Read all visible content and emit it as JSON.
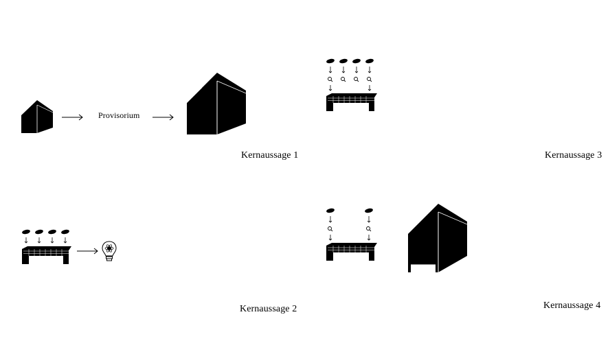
{
  "panels": {
    "p1": {
      "caption": "Kernaussage 1",
      "middle_label": "Provisorium",
      "icons": [
        "small-house-icon",
        "arrow-right-icon",
        "arrow-right-icon",
        "large-house-icon"
      ]
    },
    "p2": {
      "caption": "Kernaussage 2",
      "icons": [
        "stones-icon",
        "down-arrow-icon",
        "bench-icon",
        "arrow-right-icon",
        "lightbulb-icon"
      ]
    },
    "p3": {
      "caption": "Kernaussage 3",
      "icons": [
        "stones-icon",
        "down-arrow-icon",
        "magnifier-icon",
        "bench-icon"
      ]
    },
    "p4": {
      "caption": "Kernaussage 4",
      "icons": [
        "stones-icon",
        "magnifier-icon",
        "bench-icon",
        "house-shelter-icon"
      ]
    }
  },
  "colors": {
    "ink": "#000000",
    "background": "#ffffff"
  }
}
